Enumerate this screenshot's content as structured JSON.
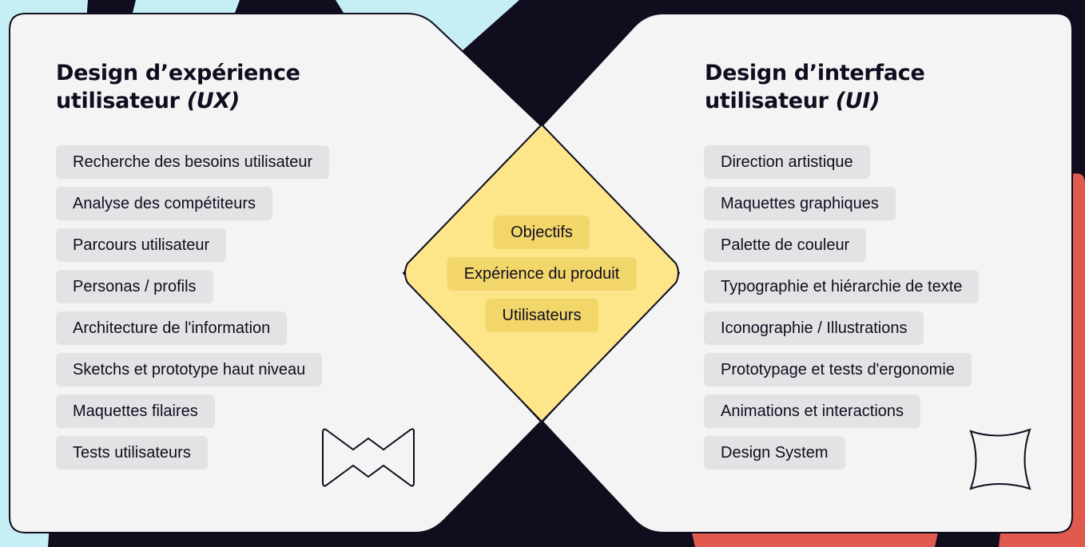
{
  "colors": {
    "background": "#0f0d1e",
    "panel": "#f4f4f4",
    "tag": "#e3e3e5",
    "center_diamond": "#fde58a",
    "center_tag": "#f2d66a",
    "accent_cyan": "#c6eff5",
    "accent_coral": "#e05a50"
  },
  "ux": {
    "title_line1": "Design d’expérience",
    "title_line2": "utilisateur",
    "title_abbr": "(UX)",
    "items": [
      "Recherche des besoins utilisateur",
      "Analyse des compétiteurs",
      "Parcours utilisateur",
      "Personas / profils",
      "Architecture de l'information",
      "Sketchs et prototype haut niveau",
      "Maquettes filaires",
      "Tests utilisateurs"
    ],
    "decoration": "zigzag-outline-icon"
  },
  "center": {
    "items": [
      "Objectifs",
      "Expérience du produit",
      "Utilisateurs"
    ]
  },
  "ui": {
    "title_line1": "Design d’interface",
    "title_line2": "utilisateur",
    "title_abbr": "(UI)",
    "items": [
      "Direction artistique",
      "Maquettes graphiques",
      "Palette de couleur",
      "Typographie et hiérarchie de texte",
      "Iconographie / Illustrations",
      "Prototypage et tests d'ergonomie",
      "Animations et interactions",
      "Design System"
    ],
    "decoration": "four-point-star-outline-icon"
  }
}
